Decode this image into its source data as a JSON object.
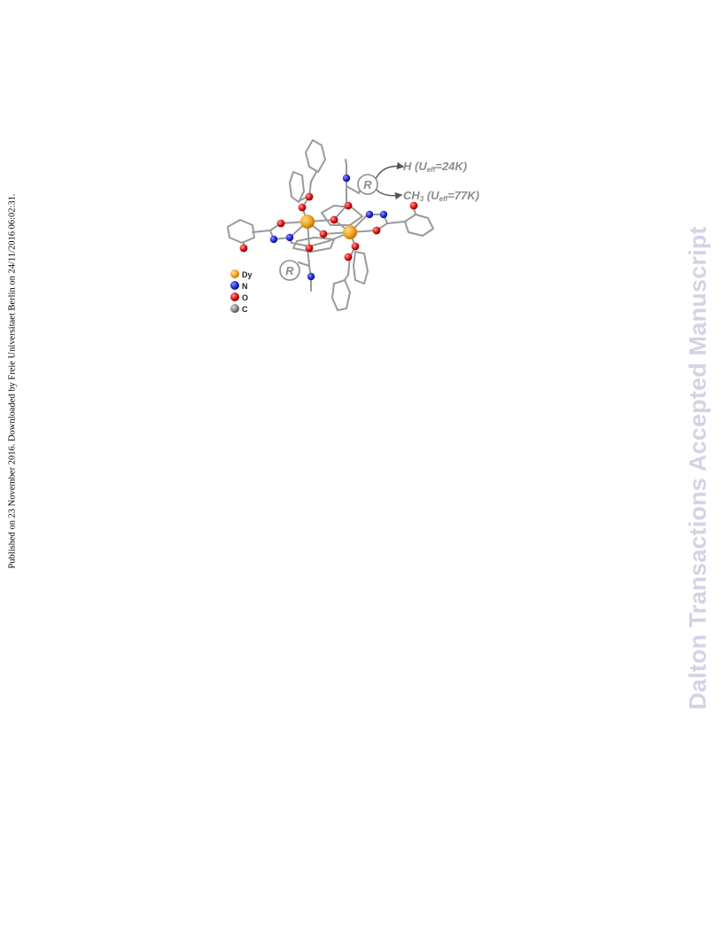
{
  "side_note": "Published on 23 November 2016. Downloaded by Freie Universitaet Berlin on 24/11/2016 06:02:31.",
  "watermark": "Dalton Transactions Accepted Manuscript",
  "figure": {
    "annotation_h": "H (U",
    "annotation_h_sub": "eff",
    "annotation_h_tail": "=24K)",
    "annotation_ch3": "CH",
    "annotation_ch3_sub": "3",
    "annotation_ch3_mid": " (U",
    "annotation_ch3_sub2": "eff",
    "annotation_ch3_tail": "=77K)",
    "r_label_top": "R",
    "r_label_left": "R",
    "legend": [
      {
        "label": "Dy",
        "color": "#f0a020"
      },
      {
        "label": "N",
        "color": "#1a2ad0"
      },
      {
        "label": "O",
        "color": "#dd1010"
      },
      {
        "label": "C",
        "color": "#8a8a8a"
      }
    ]
  }
}
